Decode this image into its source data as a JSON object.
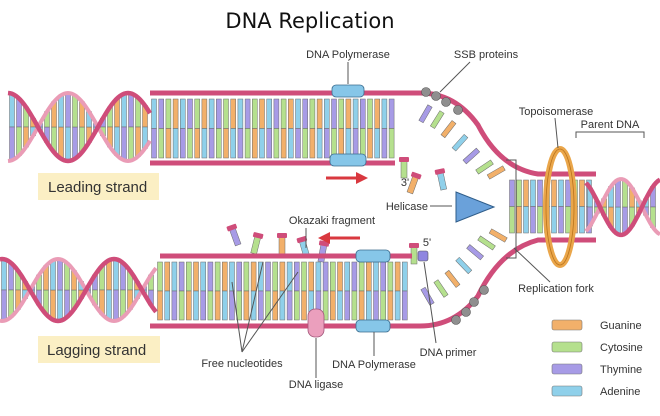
{
  "title": "DNA Replication",
  "labels": {
    "dna_polymerase_top": "DNA Polymerase",
    "ssb_proteins": "SSB proteins",
    "topoisomerase": "Topoisomerase",
    "parent_dna": "Parent DNA",
    "leading_strand": "Leading strand",
    "lagging_strand": "Lagging strand",
    "three_prime": "3'",
    "five_prime": "5'",
    "helicase": "Helicase",
    "okazaki_fragment": "Okazaki fragment",
    "replication_fork": "Replication fork",
    "free_nucleotides": "Free nucleotides",
    "dna_polymerase_bottom": "DNA Polymerase",
    "dna_primer": "DNA primer",
    "dna_ligase": "DNA ligase"
  },
  "legend": [
    {
      "name": "Guanine",
      "color": "#f2b06a"
    },
    {
      "name": "Cytosine",
      "color": "#b5e08e"
    },
    {
      "name": "Thymine",
      "color": "#a79be6"
    },
    {
      "name": "Adenine",
      "color": "#8fd0ea"
    }
  ],
  "colors": {
    "backbone": "#cf4d7a",
    "backbone_light": "#ea9cb6",
    "highlight_box": "#fbefc4",
    "polymerase": "#86c6e8",
    "helicase": "#6aa1da",
    "ssb": "#8f8f8f",
    "arrow": "#d9383f",
    "topoisomerase": "#eaa64a",
    "ligase": "#eb9fbd"
  }
}
